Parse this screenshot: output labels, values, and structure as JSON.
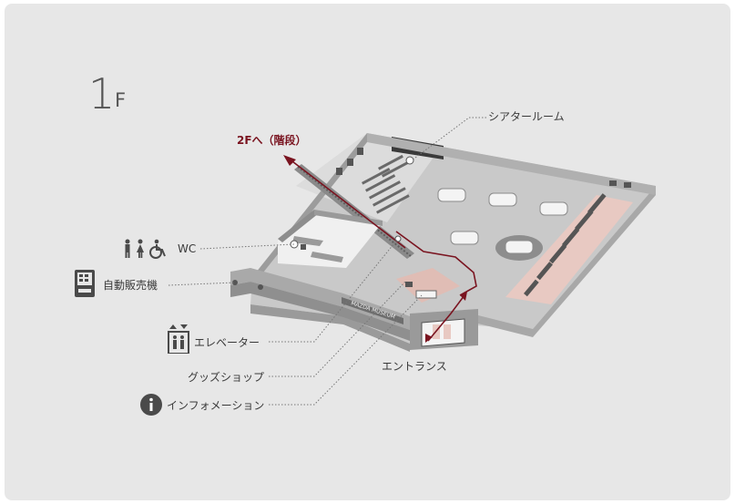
{
  "floor": {
    "number": "1",
    "unit": "F"
  },
  "labels": {
    "theater": "シアタールーム",
    "stairs": "2Fへ（階段）",
    "wc": "WC",
    "vending": "自動販売機",
    "elevator": "エレベーター",
    "goods": "グッズショップ",
    "info": "インフォメーション",
    "entrance": "エントランス",
    "sign": "MAZDA MUSEUM"
  },
  "colors": {
    "route": "#7a1420",
    "floor": "#c9c9c9",
    "wall": "#8c8c8c",
    "display_area": "#e8c9c2",
    "icon": "#4a4a4a"
  },
  "icons": [
    "wc-icon",
    "vending-machine-icon",
    "elevator-icon",
    "information-icon"
  ]
}
